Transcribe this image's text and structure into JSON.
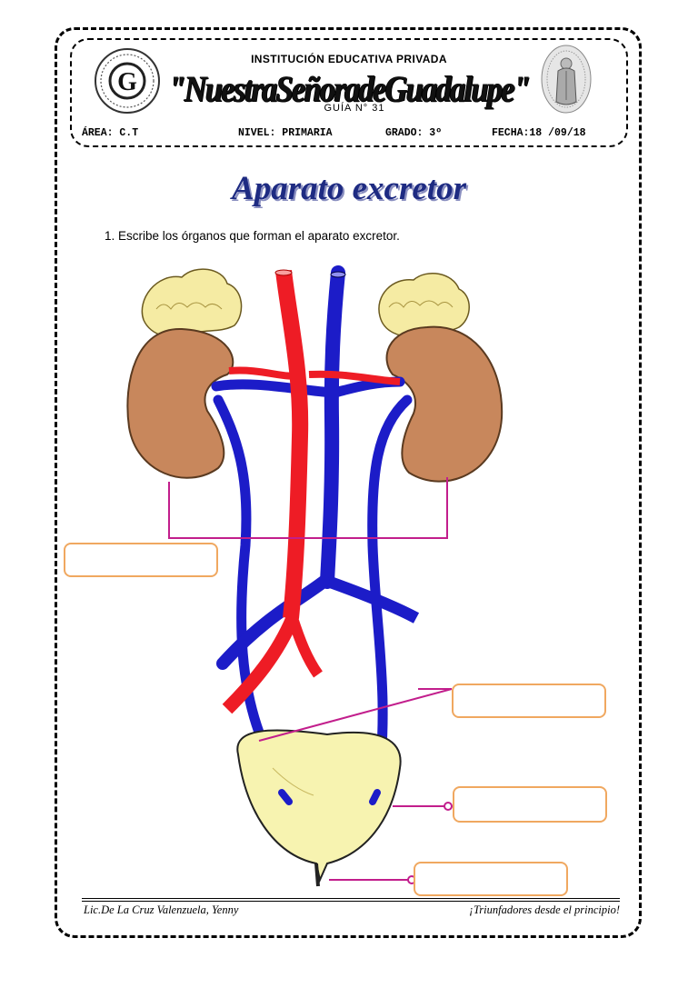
{
  "header": {
    "institution": "INSTITUCIÓN EDUCATIVA PRIVADA",
    "school_name": "\"NuestraSeñoradeGuadalupe\"",
    "guide": "GUÍA N° 31",
    "logo_letter": "G",
    "area": "ÁREA: C.T",
    "level": "NIVEL: PRIMARIA",
    "grade": "GRADO: 3º",
    "date": "FECHA:18 /09/18"
  },
  "title": "Aparato excretor",
  "instruction": "1.  Escribe los órganos que forman el aparato excretor.",
  "answers": [
    "",
    "",
    "",
    ""
  ],
  "footer": {
    "author": "Lic.De La Cruz Valenzuela, Yenny",
    "motto": "¡Triunfadores desde el principio!"
  },
  "colors": {
    "artery": "#ee1c25",
    "vein": "#1c1cc8",
    "kidney": "#c8875c",
    "adrenal": "#f5eba3",
    "bladder": "#f7f3b0",
    "box_border": "#f0a860",
    "label_line": "#c21e8c",
    "title": "#1e2b82"
  }
}
